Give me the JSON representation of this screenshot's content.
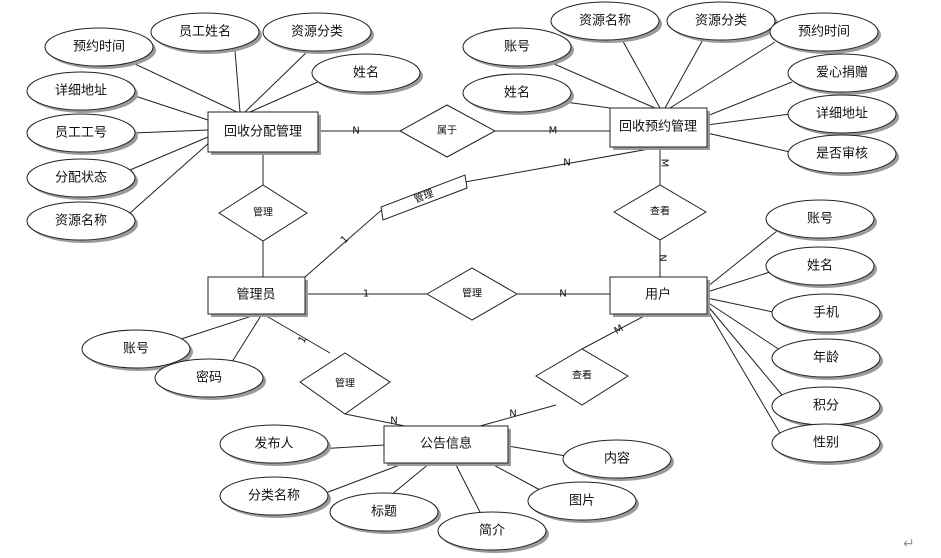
{
  "entities": {
    "recycle_alloc": "回收分配管理",
    "recycle_booking": "回收预约管理",
    "admin": "管理员",
    "user": "用户",
    "notice": "公告信息"
  },
  "attributes": {
    "alloc_booking_time": "预约时间",
    "alloc_staff_name": "员工姓名",
    "alloc_res_category": "资源分类",
    "alloc_name": "姓名",
    "alloc_address": "详细地址",
    "alloc_staff_id": "员工工号",
    "alloc_status": "分配状态",
    "alloc_res_name": "资源名称",
    "book_account": "账号",
    "book_res_name": "资源名称",
    "book_res_category": "资源分类",
    "book_time": "预约时间",
    "book_name": "姓名",
    "book_donation": "爱心捐赠",
    "book_address": "详细地址",
    "book_reviewed": "是否审核",
    "admin_account": "账号",
    "admin_password": "密码",
    "user_account": "账号",
    "user_name": "姓名",
    "user_phone": "手机",
    "user_age": "年龄",
    "user_points": "积分",
    "user_gender": "性别",
    "notice_publisher": "发布人",
    "notice_category_name": "分类名称",
    "notice_title": "标题",
    "notice_summary": "简介",
    "notice_image": "图片",
    "notice_content": "内容"
  },
  "relationships": {
    "belongs": "属于",
    "manage_alloc": "管理",
    "manage_booking": "管理",
    "view_booking": "查看",
    "manage_user": "管理",
    "manage_notice": "管理",
    "view_notice": "查看"
  },
  "cardinalities": {
    "belongs_left": "N",
    "belongs_right": "M",
    "admin_booking_1": "1",
    "admin_booking_n": "N",
    "user_booking_m": "M",
    "user_booking_n": "N",
    "admin_user_1": "1",
    "admin_user_n": "N",
    "admin_notice_1": "1",
    "admin_notice_n": "N",
    "user_notice_m": "M",
    "user_notice_n": "N"
  }
}
